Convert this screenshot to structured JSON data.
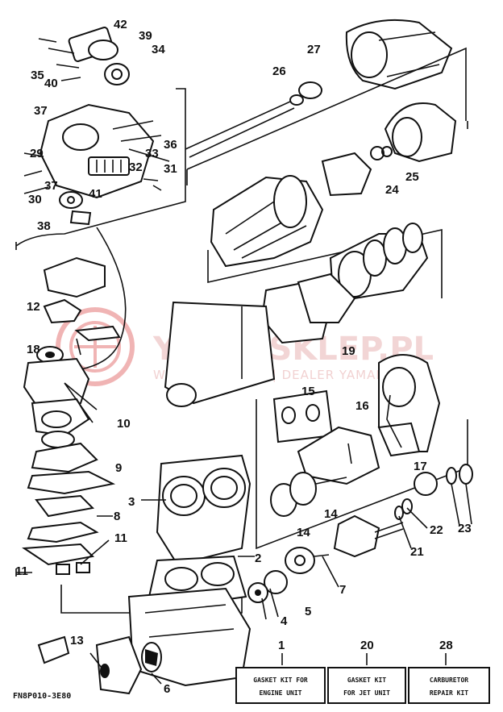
{
  "watermark": {
    "brand": "YAMA-SKLEP.PL",
    "subtitle": "WOJCIECHOWICZ | DEALER YAMAHA",
    "brand_color": "#e05a5a"
  },
  "figure_code": "FN8P010-3E80",
  "part_numbers": [
    "42",
    "39",
    "34",
    "35",
    "40",
    "37",
    "36",
    "33",
    "29",
    "32",
    "31",
    "37",
    "30",
    "41",
    "38",
    "27",
    "26",
    "25",
    "24",
    "12",
    "18",
    "19",
    "10",
    "15",
    "16",
    "17",
    "9",
    "3",
    "8",
    "11",
    "11",
    "14",
    "14",
    "22",
    "23",
    "21",
    "2",
    "7",
    "5",
    "4",
    "13",
    "6",
    "1",
    "20",
    "28"
  ],
  "kits": [
    {
      "number": "1",
      "line1": "GASKET KIT FOR",
      "line2": "ENGINE UNIT"
    },
    {
      "number": "20",
      "line1": "GASKET KIT",
      "line2": "FOR JET UNIT"
    },
    {
      "number": "28",
      "line1": "CARBURETOR",
      "line2": "REPAIR KIT"
    }
  ]
}
